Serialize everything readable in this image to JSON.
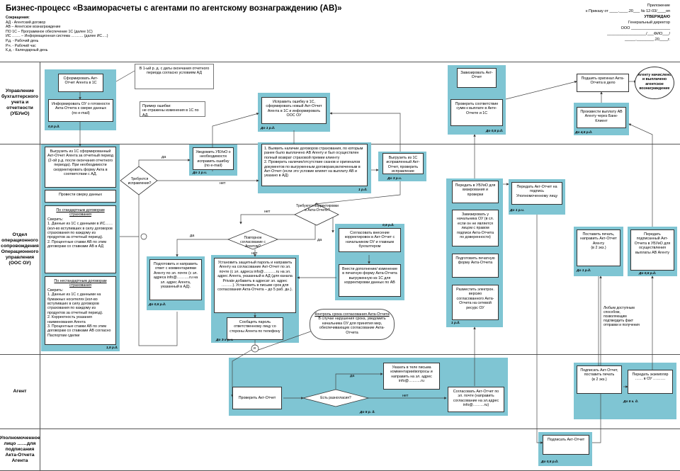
{
  "header": {
    "title": "Бизнес-процесс «Взаиморасчеты с агентами по агентскому вознаграждению (АВ)»",
    "abbr_title": "Сокращения:",
    "abbr": [
      "АД - Агентский договор",
      "АВ – Агентское вознаграждение",
      "ПО 1С – Программное обеспечение 1С (далее 1С)",
      "ИС ……. – Информационная система ………. (далее ИС….)",
      "Р.д. - Рабочий день",
      "Р.ч. - Рабочий час",
      "К.д. - Календарный день"
    ],
    "appendix": "Приложение",
    "order": "к Приказу от ____.____.20___ № 12-03/____оп",
    "approve": "УТВЕРЖДАЮ",
    "director": "Генеральный директор",
    "org": "ООО __________________",
    "fio": "__________________/___ФИО___/",
    "date": "_____.________.20____г."
  },
  "lanes": {
    "ubuio": "Управление бухгалтерского учета и отчетности (УБУиО)",
    "oos": "Отдел операционного сопровождения Операционного управления (ООС ОУ)",
    "agent": "Агент",
    "upol": "Уполномоченное лицо ……для подписания Акта-Отчета Агента"
  },
  "boxes": {
    "b1": "Сформировать Акт-Отчет Агента в 1С",
    "b2": "Информировать ОУ о готовности Акта-Отчета к сверке данных",
    "b2s": "(по e-mail)",
    "b2d": "0,5 р.д.",
    "n1": "В 1-ый р. д. с даты окончания отчетного периода согласно условиям АД",
    "n2": "Пример ошибки:\nне отражены изменения в 1С по АД.",
    "b3": "Исправить ошибку в 1С, сформировать новый Акт-Отчет Агента в 1С и информировать ООС ОУ",
    "b3d": "До 1 р.д.",
    "b4": "Завизировать Акт-Отчет",
    "b4b": "Проверить соответствие сумм к выплате в Акте-Отчете и 1С",
    "b4d": "До 0,5 р.д.",
    "b5": "Подшить оригинал Акта-Отчета в дело",
    "b6": "Агенту начислено и выплачено агентское вознаграждение",
    "b7": "Произвести выплату АВ Агенту через Банк-Клиент",
    "b7d": "До 4,5 р.д.",
    "b8t": "Выгрузить из 1С сформированный Акт-Отчет Агента за отчетный период (2-ой р.д. после окончания отчетного периода). При необходимости скорректировать форму Акта в соответствии с АД.",
    "b8a": "Провести сверку данных",
    "b8b_t": "По стандартным договорам страхования",
    "b8b": "Сверить:\n1. Данные из 1С с данными в ИС…… (кол-во вступивших в силу договоров страхования по каждому из продуктов за отчетный период).\n2. Процентные ставки АВ по этим договорам со ставками АВ в АД",
    "b8c_t": "По нестандартным договорам страхования",
    "b8c": "Сверить:\n1. Данные из 1С с данными на бумажных носителях (кол-во вступивших в силу договоров страхования по каждому из продуктов за отчетный период).\n2. Корректность указания наименования Агента\n3. Процентные ставки АВ по этим договорам со ставками АВ согласно Паспортам сделки",
    "b8d": "1,5 р.д.",
    "b9": "Уведомить УБУиО о необходимости исправить ошибку",
    "b9s": "(по e-mail)",
    "b9d": "До 1 р.ч.",
    "b10": "1. Выявить наличие договоров страхования, по которым ранее было выплачено АВ Агенту и был осуществлен полный возврат страховой премии клиенту\n2. Проверить наличие/отсутствие сканов и оригиналов документов по выгруженным договорам,включенным в Акт-Отчет (если это условие влияет на выплату АВ и указано в АД)",
    "b10d": "1 р.д.",
    "b11": "Выгрузить из 1С исправленный Акт-Отчет, проверить исправление ошибки",
    "b11d": "До 3 р.ч.",
    "d1": "Требуются исправления?",
    "d2": "Требуются корректировки в Акта-Отчете?",
    "d3": "Повторное согласование с Агентом?",
    "b12": "Согласовать внесение корректировок в Акт-Отчет с начальником ОУ и главным бухгалтером",
    "b12d": "0,5 р.д.",
    "b13": "Внести дополнение/ изменение в печатную форму Акта-Отчета выгруженную из 1С для корректировки данных по АВ",
    "b14": "Подготовить и направить ответ с комментариями Агенту по эл. почте (с эл. адреса info@……….ru на эл. адрес Агента, указанный в АД).",
    "b14d": "До 0,5 р.д.",
    "b15": "Установить защитный пароль и направить Агенту на согласование Акт-Отчет по эл. почте (с эл. адреса info@……….ru на эл. адрес Агента, указанный в АД (для канала Private добавить в адресат эл. адрес ………). Установить в письме срок для согласования Акта-Отчета – до 5 раб. дн.).",
    "b16": "Сообщить пароль ответственному лицу со стороны Агента по телефону",
    "b16d": "До 3-х р.ч.",
    "b17t": "Контроль срока согласования Акта-Отчета",
    "b17": "В случае нарушения срока, уведомить начальника ОУ для принятия мер, обеспечивающих согласование Акта-Отчета",
    "b18": "Передать в УБУиО для визирования и проверки",
    "b19": "Завизировать у начальника ОУ (в сл. если он не является лицом с правом подписи Акта-Отчета по доверенности)",
    "b20": "Подготовить печатную форму Акта-Отчета",
    "b21": "Разместить электрон. версию согласованного Акта-Отчета на сетевой ресурс ОУ",
    "b21d": "1 р.д.",
    "b22": "Передать Акт-Отчет на подпись Уполномоченному лицу",
    "b22d": "До 1 р.ч.",
    "b23": "Поставить печать, направить Акт-Отчет Агенту",
    "b23s": "(в 2 экз.)",
    "b23d": "До 1 р.д.",
    "b24": "Передать подписанный Акт-Отчета в УБУиО для осуществления выплаты АВ Агенту",
    "b24d": "До 0,5 р.д.",
    "n3": "Любым доступным способом, позволяющим подтвердить факт отправки и получения",
    "b25": "Проверить Акт-Отчет",
    "d4": "Есть разногласия?",
    "b26": "Указать в теле письма комментарии/вопросы и направить на эл. адрес info@……….ru",
    "b27": "Согласовать Акт-Отчет по эл. почте (направить согласование на эл.адрес info@………ru)",
    "b27d": "До 5 р. д.",
    "b28": "Подписать Акт-Отчет, поставить печать",
    "b28s": "(в 2 экз.)",
    "b29": "Передать экземпляр …… в ОУ ……….",
    "b29d": "До 5 к. д.",
    "b30": "Подписать Акт-Отчет",
    "b30d": "До 0,5 р.д."
  },
  "labels": {
    "yes": "да",
    "no": "нет",
    "and": "и"
  }
}
